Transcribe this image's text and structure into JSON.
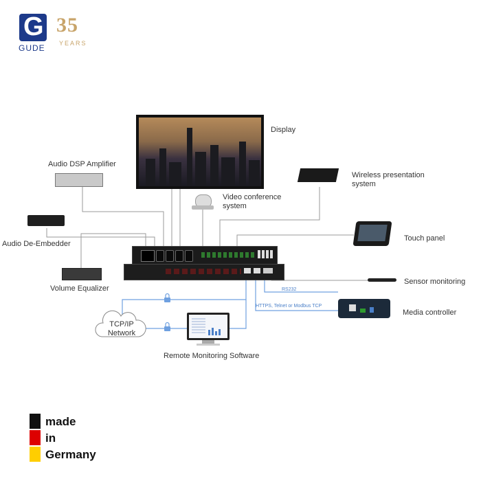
{
  "brand": {
    "logo_letter": "G",
    "logo_name": "GUDE",
    "anniversary_number": "35",
    "anniversary_word": "YEARS"
  },
  "devices": {
    "display": "Display",
    "audio_dsp": "Audio DSP Amplifier",
    "wireless": "Wireless presentation system",
    "video_conf": "Video conference system",
    "de_embedder": "Audio De-Embedder",
    "touch_panel": "Touch panel",
    "volume_eq": "Volume Equalizer",
    "sensor": "Sensor monitoring",
    "media_controller": "Media controller",
    "network": "TCP/IP Network",
    "remote_software": "Remote Monitoring Software"
  },
  "links": {
    "rs232": "RS232",
    "protocols": "HTTPS, Telnet or Modbus TCP"
  },
  "made_in": {
    "line1": "made",
    "line2": "in",
    "line3": "Germany",
    "flag_colors": [
      "#111111",
      "#dd0000",
      "#ffce00"
    ]
  },
  "colors": {
    "connector_gray": "#9a9a9a",
    "network_blue": "#6fa0e0",
    "logo_blue": "#1d3a8a",
    "gold": "#c8a46a"
  }
}
